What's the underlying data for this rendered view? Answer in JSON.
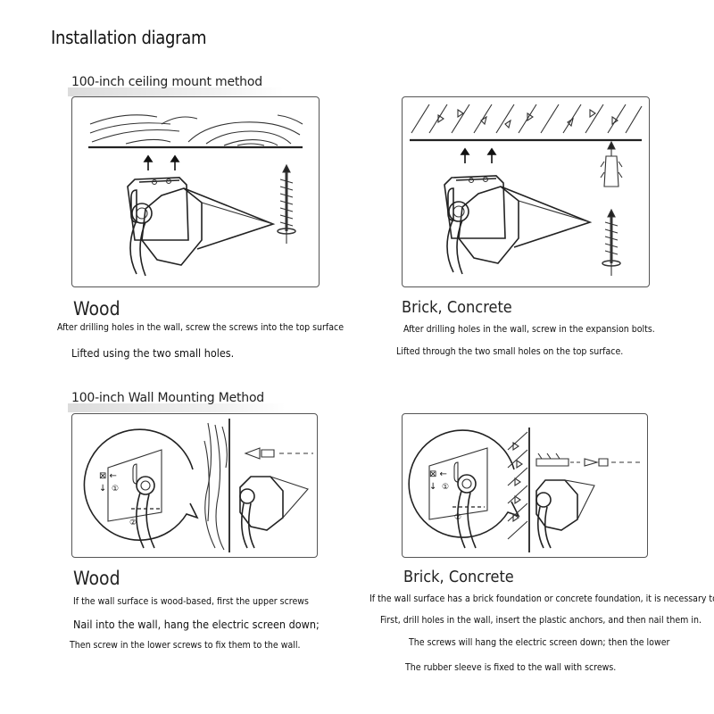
{
  "title": "Installation diagram",
  "ceiling": {
    "section_label": "100-inch ceiling mount method",
    "wood": {
      "heading": "Wood",
      "lines": [
        "After drilling holes in the wall, screw the screws into the top surface",
        "Lifted using the two small holes."
      ]
    },
    "brick": {
      "heading": "Brick, Concrete",
      "lines": [
        "After drilling holes in the wall, screw in the expansion bolts.",
        "Lifted through the two small holes on the top surface."
      ]
    }
  },
  "wall": {
    "section_label": "100-inch Wall Mounting Method",
    "wood": {
      "heading": "Wood",
      "lines": [
        "If the wall surface is wood-based, first the upper screws",
        "Nail into the wall, hang the electric screen down;",
        "Then screw in the lower screws to fix them to the wall."
      ]
    },
    "brick": {
      "heading": "Brick, Concrete",
      "lines": [
        "If the wall surface has a brick foundation or concrete foundation, it is necessary to",
        "First, drill holes in the wall, insert the plastic anchors, and then nail them in.",
        "The screws will hang the electric screen down; then the lower",
        "The rubber sleeve is fixed to the wall with screws."
      ]
    }
  },
  "callouts": {
    "step1": "①",
    "step2": "②"
  }
}
